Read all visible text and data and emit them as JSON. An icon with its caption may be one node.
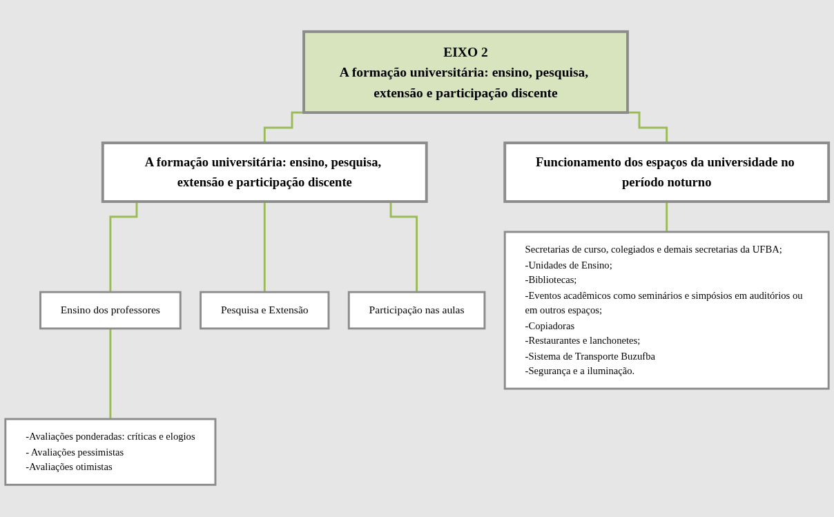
{
  "diagram": {
    "nodes": [
      {
        "text": [
          "EIXO 2",
          "A formação universitária: ensino, pesquisa, extensão e participação discente"
        ]
      },
      {
        "text": [
          "A formação universitária: ensino, pesquisa, extensão e participação discente"
        ]
      },
      {
        "text": [
          "Funcionamento dos espaços da universidade no período noturno"
        ]
      },
      {
        "text": [
          "Ensino dos professores"
        ]
      },
      {
        "text": [
          "Pesquisa e Extensão"
        ]
      },
      {
        "text": [
          "Participação nas aulas"
        ]
      },
      {
        "text": [
          "-Avaliações ponderadas: críticas e elogios",
          "- Avaliações pessimistas",
          "-Avaliações otimistas"
        ]
      },
      {
        "text": [
          "Secretarias de curso, colegiados e demais secretarias da UFBA;",
          "-Unidades de Ensino;",
          "-Bibliotecas;",
          "-Eventos acadêmicos como seminários e simpósios em auditórios ou em outros espaços;",
          "-Copiadoras",
          "-Restaurantes e lanchonetes;",
          "-Sistema de Transporte Buzufba",
          "-Segurança e a iluminação."
        ]
      }
    ],
    "edges": [
      {
        "from": 0,
        "to": 1,
        "arrow": "none"
      },
      {
        "from": 0,
        "to": 2,
        "arrow": "none"
      },
      {
        "from": 1,
        "to": 3,
        "arrow": "none"
      },
      {
        "from": 1,
        "to": 4,
        "arrow": "none"
      },
      {
        "from": 1,
        "to": 5,
        "arrow": "none"
      },
      {
        "from": 3,
        "to": 6,
        "arrow": "none"
      },
      {
        "from": 2,
        "to": 7,
        "arrow": "none"
      }
    ]
  }
}
